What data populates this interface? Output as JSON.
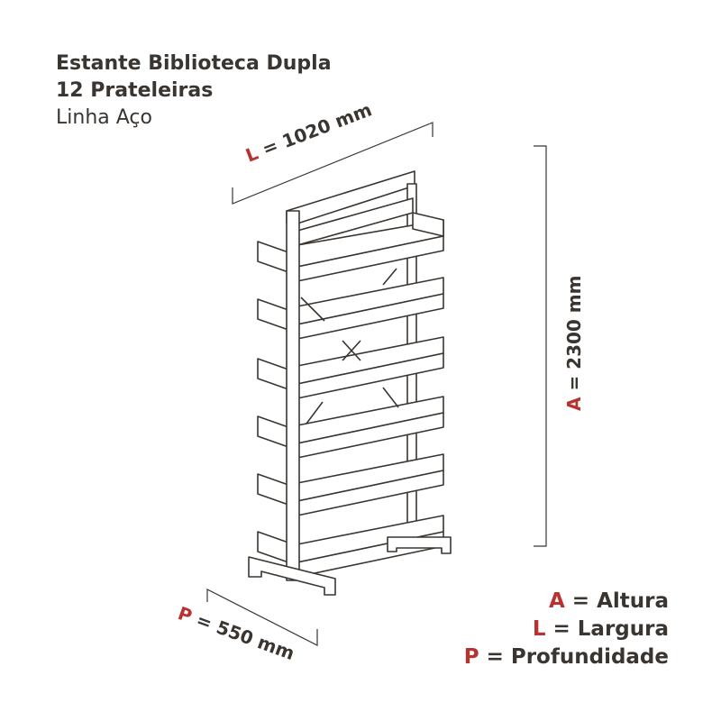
{
  "title": {
    "line1": "Estante Biblioteca Dupla",
    "line2": "12 Prateleiras",
    "line3": "Linha Aço"
  },
  "dimensions": {
    "width": {
      "letter": "L",
      "text": " = 1020 mm"
    },
    "height": {
      "letter": "A",
      "text": " = 2300 mm"
    },
    "depth": {
      "letter": "P",
      "text": " = 550 mm"
    }
  },
  "legend": [
    {
      "letter": "A",
      "text": " = Altura"
    },
    {
      "letter": "L",
      "text": " = Largura"
    },
    {
      "letter": "P",
      "text": " = Profundidade"
    }
  ],
  "colors": {
    "text": "#3a3530",
    "accent": "#b8322f",
    "line": "#3a3530"
  }
}
